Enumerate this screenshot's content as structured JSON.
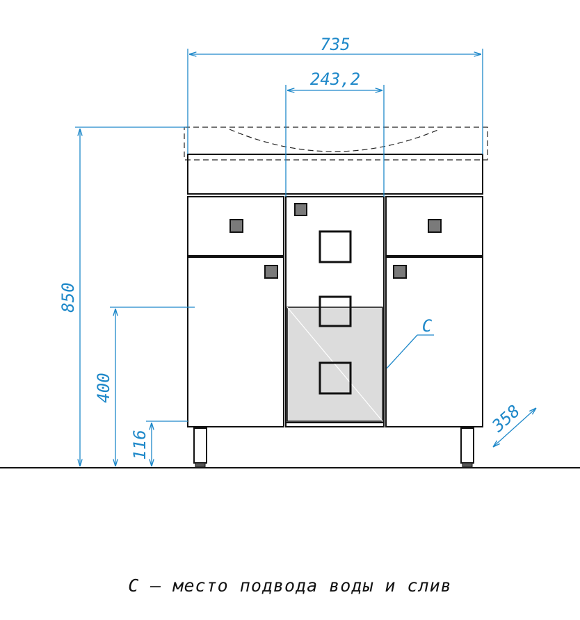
{
  "dimensions": {
    "width_total": "735",
    "sink_bowl": "243,2",
    "height_total": "850",
    "water_connection_height": "400",
    "plinth_height": "116",
    "depth": "358"
  },
  "callout_label": "C",
  "caption": "С – место подвода воды и слив",
  "colors": {
    "dimension_lines": "#1e88c9",
    "outline": "#111111",
    "service_zone_fill": "#dcdcdc"
  }
}
